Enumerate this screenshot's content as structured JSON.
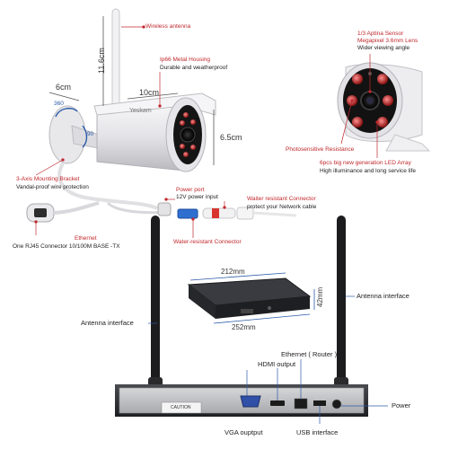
{
  "camera": {
    "brand": "Yeskam",
    "wireless_antenna": "Wireless antenna",
    "height_dim": "11.6cm",
    "width_dim": "6cm",
    "length_dim": "10cm",
    "diameter_dim": "6.5cm",
    "housing_title": "Ip66 Metal Housing",
    "housing_desc": "Durable and weatherproof",
    "rotation_360": "360",
    "rotation_90": "90",
    "bracket_title": "3-Axis Mounting Bracket",
    "bracket_desc": "Vandal-proof wire protection",
    "power_port_title": "Power port",
    "power_port_desc": "12V power input",
    "water_connector_title": "Waiter resistant Connector",
    "water_connector_desc": "protect your Network cable",
    "ethernet_title": "Ethernet",
    "ethernet_desc": "One RJ45 Connector 10/100M BASE -TX",
    "water_resistant_connector": "Water-resistant Connector"
  },
  "lens": {
    "sensor_line1": "1/3 Aptina Sensor",
    "sensor_line2": "Megapixel 3.6mm Lens",
    "sensor_line3": "Wider viewing angle",
    "photosensitive": "Photosensitive Resistance",
    "led_line1": "6pcs big new generation LED Array",
    "led_line2": "High illuminance and long service life"
  },
  "nvr": {
    "depth_dim": "212mm",
    "height_dim": "42mm",
    "width_dim": "252mm",
    "antenna_left": "Antenna interface",
    "antenna_right": "Antenna interface",
    "hdmi_output": "HDMI output",
    "ethernet_router": "Ethernet ( Router )",
    "vga_output": "VGA ouptput",
    "usb_interface": "USB interface",
    "power": "Power",
    "caution": "CAUTION"
  },
  "colors": {
    "accent_red": "#c0282d",
    "camera_body": "#e9e9ec",
    "nvr_body": "#2b2c30"
  }
}
